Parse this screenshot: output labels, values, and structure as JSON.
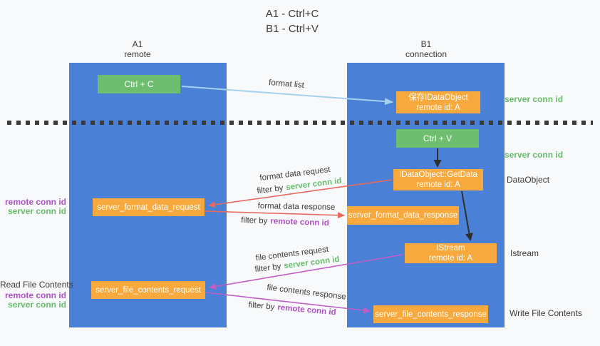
{
  "title": {
    "line1": "A1 - Ctrl+C",
    "line2": "B1 - Ctrl+V"
  },
  "lanes": {
    "a1": {
      "title": "A1",
      "subtitle": "remote"
    },
    "b1": {
      "title": "B1",
      "subtitle": "connection"
    }
  },
  "nodes": {
    "ctrl_c": {
      "label": "Ctrl + C"
    },
    "save_dataobject": {
      "line1": "保存IDataObject",
      "line2": "remote id: A"
    },
    "ctrl_v": {
      "label": "Ctrl + V"
    },
    "getdata": {
      "line1": "IDataObject::GetData",
      "line2": "remote id: A"
    },
    "format_request": {
      "label": "server_format_data_request"
    },
    "format_response": {
      "label": "server_format_data_response"
    },
    "istream": {
      "line1": "IStream",
      "line2": "remote id: A"
    },
    "file_request": {
      "label": "server_file_contents_request"
    },
    "file_response": {
      "label": "server_file_contents_response"
    }
  },
  "edge_labels": {
    "format_list": "format list",
    "format_data_request": "format data request",
    "format_data_response": "format data response",
    "file_contents_request": "file contents request",
    "file_contents_response": "file contents response",
    "filter_by": "filter by",
    "server_conn_id": "server conn id",
    "remote_conn_id": "remote conn id"
  },
  "annotations": {
    "server_conn_id_right_top": "server conn id",
    "server_conn_id_right_mid": "server conn id",
    "dataobject_right": "DataObject",
    "istream_right": "Istream",
    "write_file_contents_right": "Write File Contents",
    "read_file_contents_left": "Read File Contents",
    "remote_conn_id_left_top": "remote conn id",
    "server_conn_id_left_top": "server conn id",
    "remote_conn_id_left_bottom": "remote conn id",
    "server_conn_id_left_bottom": "server conn id"
  },
  "colors": {
    "lane_blue": "#4a80d6",
    "node_green": "#6fbe70",
    "node_orange": "#f7a93e",
    "arrow_light_blue": "#a4d2ee",
    "arrow_red": "#e8695e",
    "arrow_purple": "#c05ec6",
    "arrow_black": "#2e2e2e",
    "text_green": "#68bd6c",
    "text_purple": "#b152c8",
    "text_dark": "#3c3c3c"
  }
}
